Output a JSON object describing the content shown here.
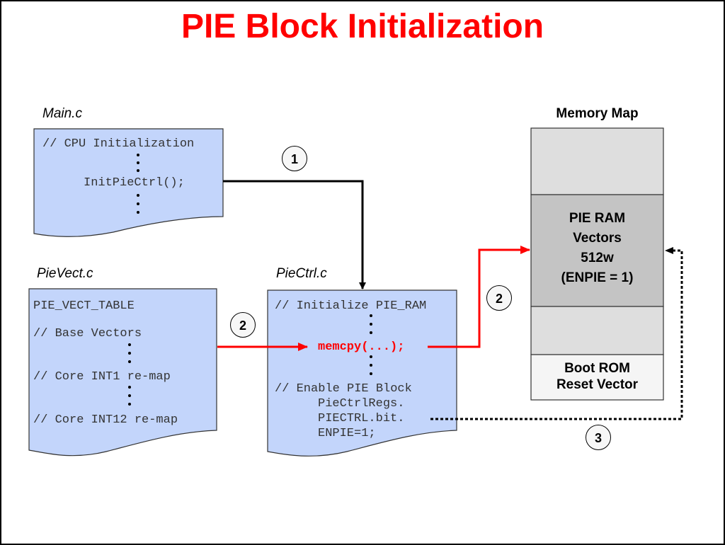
{
  "title": "PIE Block Initialization",
  "colors": {
    "title": "#ff0000",
    "code_box_fill": "#c3d5fb",
    "memory_block_light": "#dedede",
    "memory_block_pie": "#c4c4c4",
    "memory_block_boot": "#f5f5f5",
    "flow_arrow_red": "#ff0000",
    "flow_arrow_black": "#000000"
  },
  "files": {
    "main": {
      "label": "Main.c",
      "lines": [
        "// CPU Initialization",
        "InitPieCtrl();"
      ]
    },
    "pievect": {
      "label": "PieVect.c",
      "lines": [
        "PIE_VECT_TABLE",
        "// Base Vectors",
        "// Core INT1 re-map",
        "// Core INT12 re-map"
      ]
    },
    "piectrl": {
      "label": "PieCtrl.c",
      "lines": [
        "// Initialize PIE_RAM",
        "memcpy(...);",
        "// Enable PIE Block",
        "PieCtrlRegs.",
        "PIECTRL.bit.",
        "ENPIE=1;"
      ]
    }
  },
  "memory_map": {
    "title": "Memory Map",
    "blocks": [
      {
        "name": "unlabeled-upper",
        "lines": []
      },
      {
        "name": "pie-ram-vectors",
        "lines": [
          "PIE RAM",
          "Vectors",
          "512w",
          "(ENPIE = 1)"
        ]
      },
      {
        "name": "unlabeled-lower",
        "lines": []
      },
      {
        "name": "boot-rom",
        "lines": [
          "Boot ROM",
          "Reset Vector"
        ]
      }
    ]
  },
  "steps": [
    {
      "number": "1",
      "meaning": "Main.c calls InitPieCtrl() in PieCtrl.c"
    },
    {
      "number": "2",
      "meaning": "memcpy copies PIE_VECT_TABLE to PIE RAM"
    },
    {
      "number": "2",
      "meaning": "memcpy writes vectors into PIE RAM"
    },
    {
      "number": "3",
      "meaning": "ENPIE=1 enables PIE RAM vectors"
    }
  ]
}
